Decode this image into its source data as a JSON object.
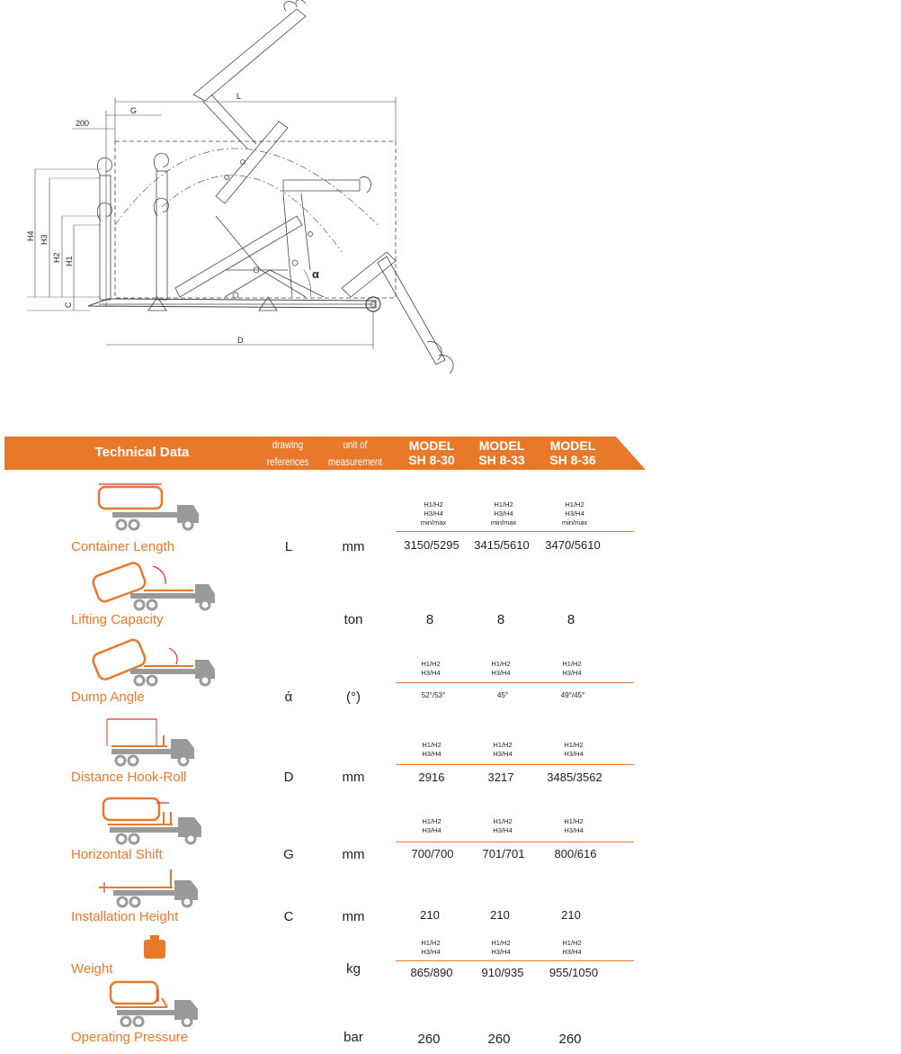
{
  "drawing": {
    "dims": [
      "L",
      "G",
      "200",
      "H4",
      "H3",
      "H2",
      "H1",
      "C",
      "D",
      "α"
    ]
  },
  "table": {
    "title": "Technical Data",
    "col_ref": [
      "drawing",
      "references"
    ],
    "col_unit": [
      "unit of",
      "measurement"
    ],
    "models": [
      {
        "line1": "MODEL",
        "line2": "SH 8-30"
      },
      {
        "line1": "MODEL",
        "line2": "SH 8-33"
      },
      {
        "line1": "MODEL",
        "line2": "SH 8-36"
      }
    ],
    "rows": [
      {
        "label": "Container Length",
        "ref": "L",
        "unit": "mm",
        "sub": [
          [
            "H1/H2",
            "H3/H4",
            "min/max"
          ],
          [
            "H1/H2",
            "H3/H4",
            "min/max"
          ],
          [
            "H1/H2",
            "H3/H4",
            "min/max"
          ]
        ],
        "values": [
          "3150/5295",
          "3415/5610",
          "3470/5610"
        ]
      },
      {
        "label": "Lifting Capacity",
        "ref": "",
        "unit": "ton",
        "values": [
          "8",
          "8",
          "8"
        ]
      },
      {
        "label": "Dump Angle",
        "ref": "ά",
        "unit": "(°)",
        "sub": [
          [
            "H1/H2",
            "H3/H4"
          ],
          [
            "H1/H2",
            "H3/H4"
          ],
          [
            "H1/H2",
            "H3/H4"
          ]
        ],
        "values": [
          "52°/53°",
          "45°",
          "49°/45°"
        ]
      },
      {
        "label": "Distance Hook-Roll",
        "ref": "D",
        "unit": "mm",
        "sub": [
          [
            "H1/H2",
            "H3/H4"
          ],
          [
            "H1/H2",
            "H3/H4"
          ],
          [
            "H1/H2",
            "H3/H4"
          ]
        ],
        "values": [
          "2916",
          "3217",
          "3485/3562"
        ]
      },
      {
        "label": "Horizontal Shift",
        "ref": "G",
        "unit": "mm",
        "sub": [
          [
            "H1/H2",
            "H3/H4"
          ],
          [
            "H1/H2",
            "H3/H4"
          ],
          [
            "H1/H2",
            "H3/H4"
          ]
        ],
        "values": [
          "700/700",
          "701/701",
          "800/616"
        ]
      },
      {
        "label": "Installation Height",
        "ref": "C",
        "unit": "mm",
        "values": [
          "210",
          "210",
          "210"
        ]
      },
      {
        "label": "Weight",
        "ref": "",
        "unit": "kg",
        "sub": [
          [
            "H1/H2",
            "H3/H4"
          ],
          [
            "H1/H2",
            "H3/H4"
          ],
          [
            "H1/H2",
            "H3/H4"
          ]
        ],
        "values": [
          "865/890",
          "910/935",
          "955/1050"
        ]
      },
      {
        "label": "Operating Pressure",
        "ref": "",
        "unit": "bar",
        "values": [
          "260",
          "260",
          "260"
        ]
      }
    ]
  },
  "colors": {
    "accent": "#e8792a",
    "truck": "#9a9a9a",
    "arrow": "#d9302b"
  }
}
